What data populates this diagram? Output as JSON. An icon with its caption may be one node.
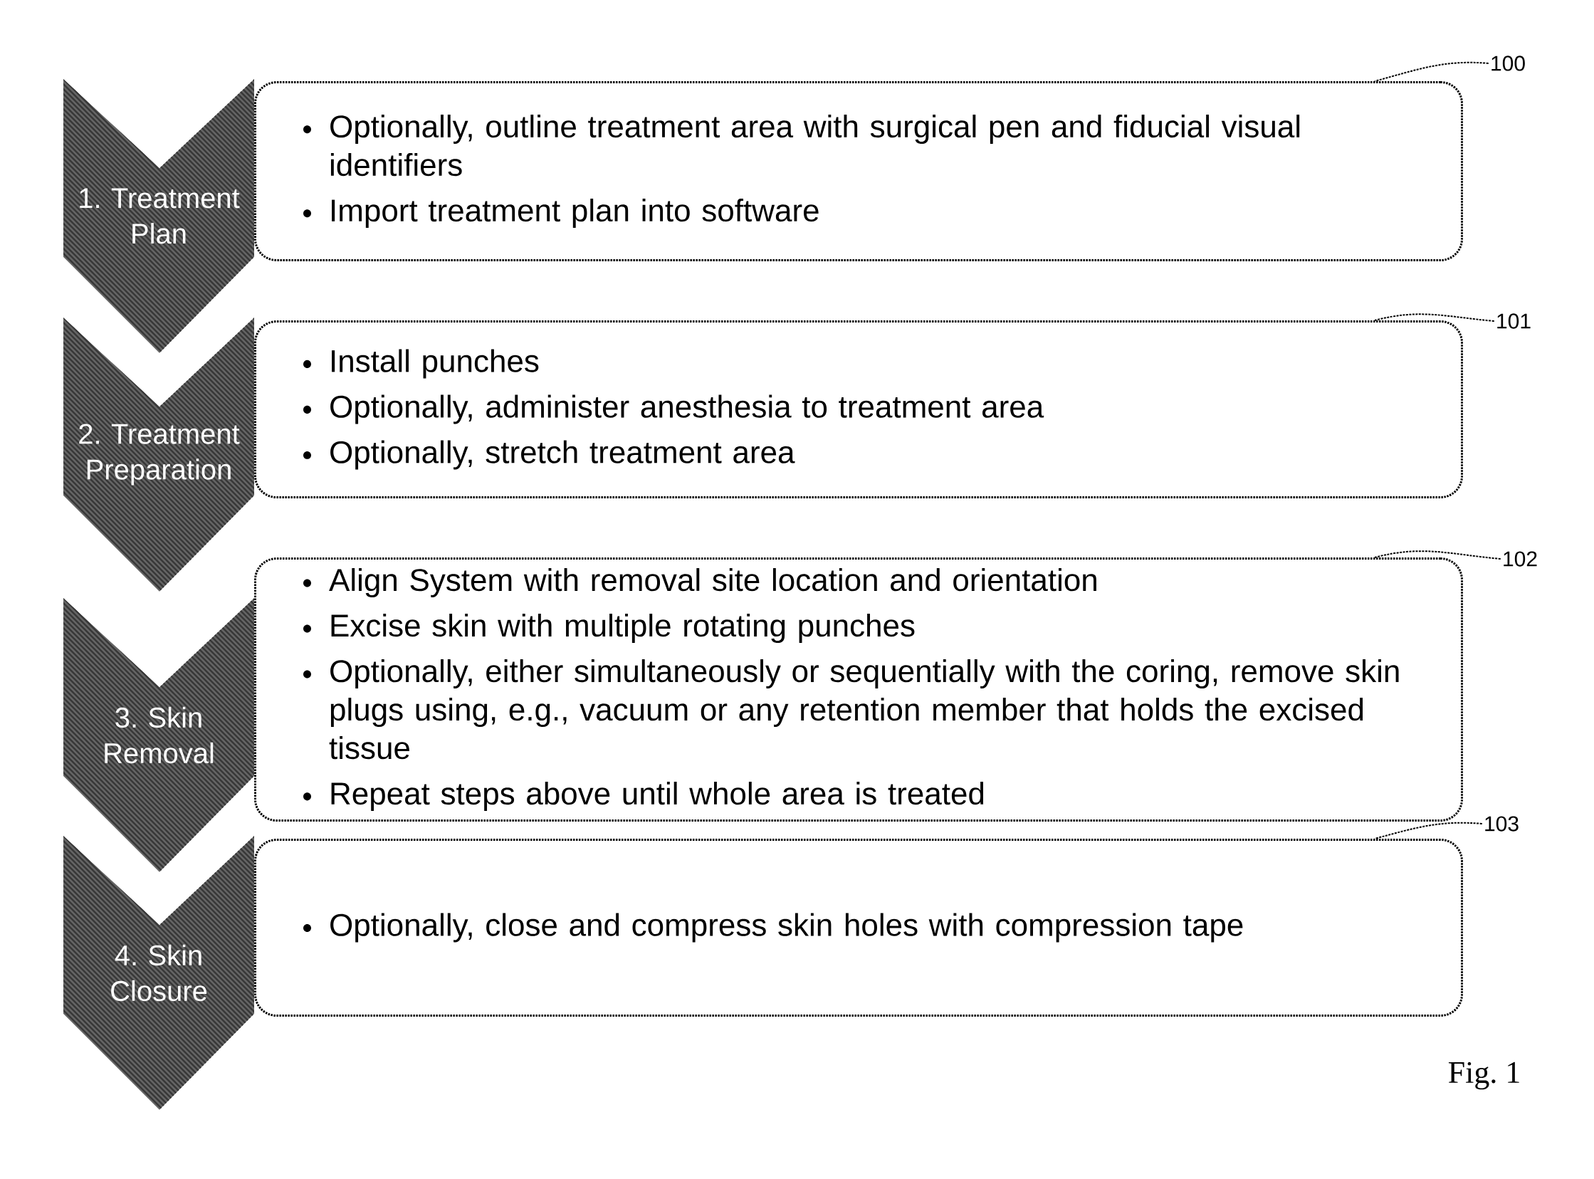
{
  "diagram": {
    "caption": "Fig. 1",
    "nodes": [
      {
        "text": [
          "100"
        ]
      },
      {
        "text": [
          "1. Treatment Plan"
        ]
      },
      {
        "text": [
          "Optionally, outline treatment area with surgical pen and fiducial visual identifiers",
          "Import treatment plan into software"
        ]
      },
      {
        "text": [
          "101"
        ]
      },
      {
        "text": [
          "2. Treatment Preparation"
        ]
      },
      {
        "text": [
          "Install punches",
          "Optionally, administer anesthesia to treatment area",
          "Optionally, stretch treatment area"
        ]
      },
      {
        "text": [
          "102"
        ]
      },
      {
        "text": [
          "3. Skin Removal"
        ]
      },
      {
        "text": [
          "Align System with removal site location and orientation",
          "Excise skin with multiple rotating punches",
          "Optionally, either simultaneously or sequentially with the coring, remove skin plugs using, e.g., vacuum or any retention member that holds the excised tissue",
          "Repeat steps above until whole area is treated"
        ]
      },
      {
        "text": [
          "103"
        ]
      },
      {
        "text": [
          "4. Skin Closure"
        ]
      },
      {
        "text": [
          "Optionally, close and compress skin holes with compression tape"
        ]
      }
    ],
    "edges": [
      {
        "from": 0,
        "to": 2,
        "arrow": "none"
      },
      {
        "from": 3,
        "to": 5,
        "arrow": "none"
      },
      {
        "from": 6,
        "to": 8,
        "arrow": "none"
      },
      {
        "from": 9,
        "to": 11,
        "arrow": "none"
      }
    ]
  }
}
